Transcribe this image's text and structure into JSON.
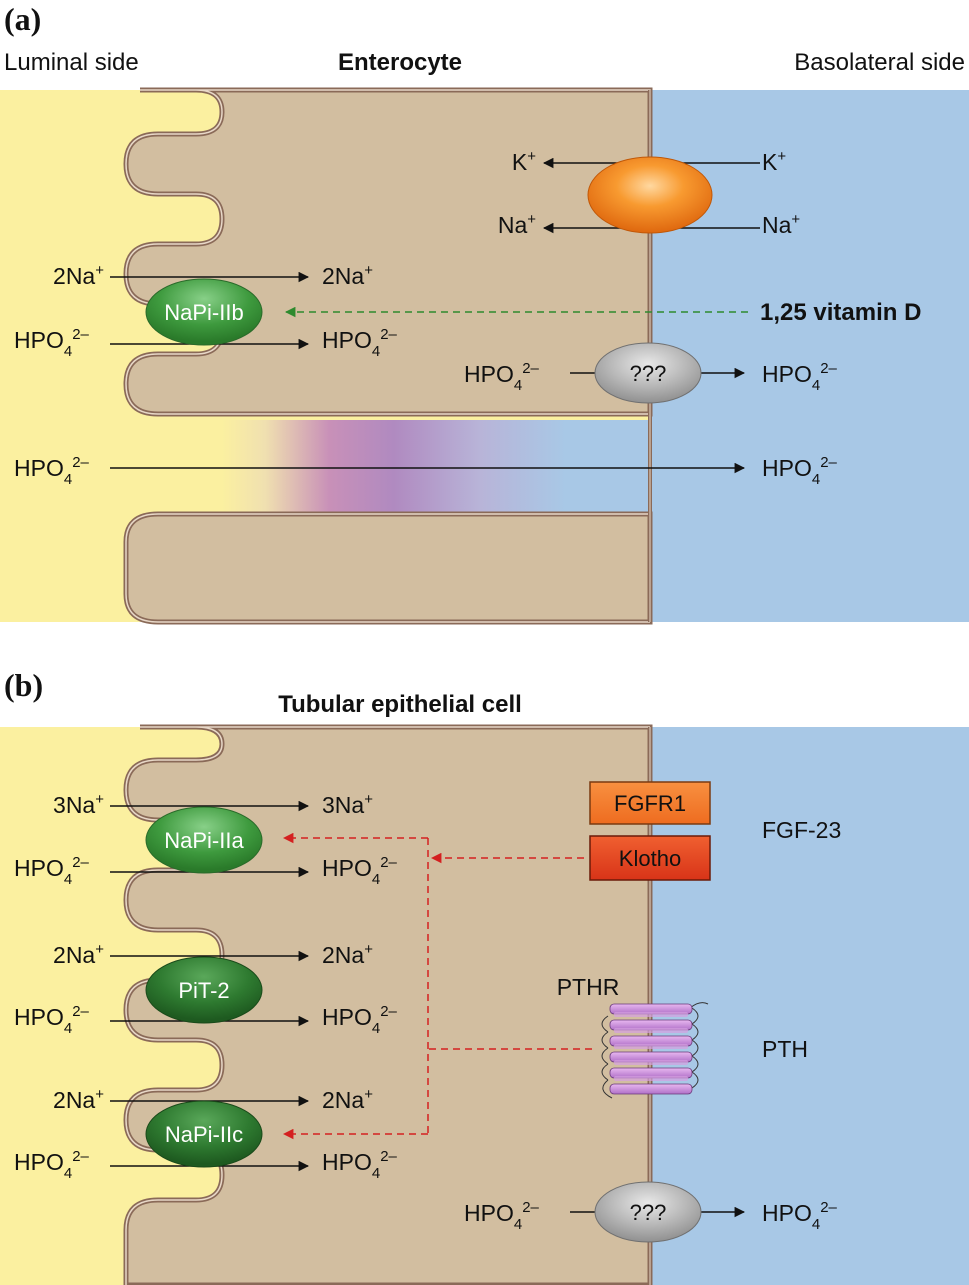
{
  "panel_a": {
    "letter": "(a)",
    "left_header": "Luminal side",
    "center_header": "Enterocyte",
    "right_header": "Basolateral side",
    "k_left": "K",
    "k_right": "K",
    "k_charge": "+",
    "na_left": "Na",
    "na_right": "Na",
    "na_charge": "+",
    "na2_left": "2Na",
    "na2_right": "2Na",
    "na2_charge": "+",
    "transporter": "NaPi-IIb",
    "regulator": "1,25 vitamin D",
    "unknown": "???",
    "hpo_base": "HPO",
    "hpo_sub": "4",
    "hpo_charge": "2–"
  },
  "panel_b": {
    "letter": "(b)",
    "center_header": "Tubular epithelial cell",
    "na3_left": "3Na",
    "na3_right": "3Na",
    "charge": "+",
    "na2_left": "2Na",
    "na2_right": "2Na",
    "napi_iia": "NaPi-IIa",
    "pit2": "PiT-2",
    "napi_iic": "NaPi-IIc",
    "fgfr1": "FGFR1",
    "klotho": "Klotho",
    "fgf23": "FGF-23",
    "pthr": "PTHR",
    "pth": "PTH",
    "unknown": "???",
    "hpo_base": "HPO",
    "hpo_sub": "4",
    "hpo_charge": "2–"
  },
  "colors": {
    "lumen": "#fbf0a0",
    "cell": "#d2bea0",
    "blood": "#a8c8e6",
    "membrane": "#8a6a58",
    "green_transporter": "#3e9a3e",
    "orange_pump": "#f08a1c",
    "gray_unknown": "#b4b4b4",
    "fgfr1": "#f07828",
    "klotho": "#e24420",
    "dash_green": "#2e8a2e",
    "dash_red": "#d42020",
    "pthr": "#c888d8"
  }
}
